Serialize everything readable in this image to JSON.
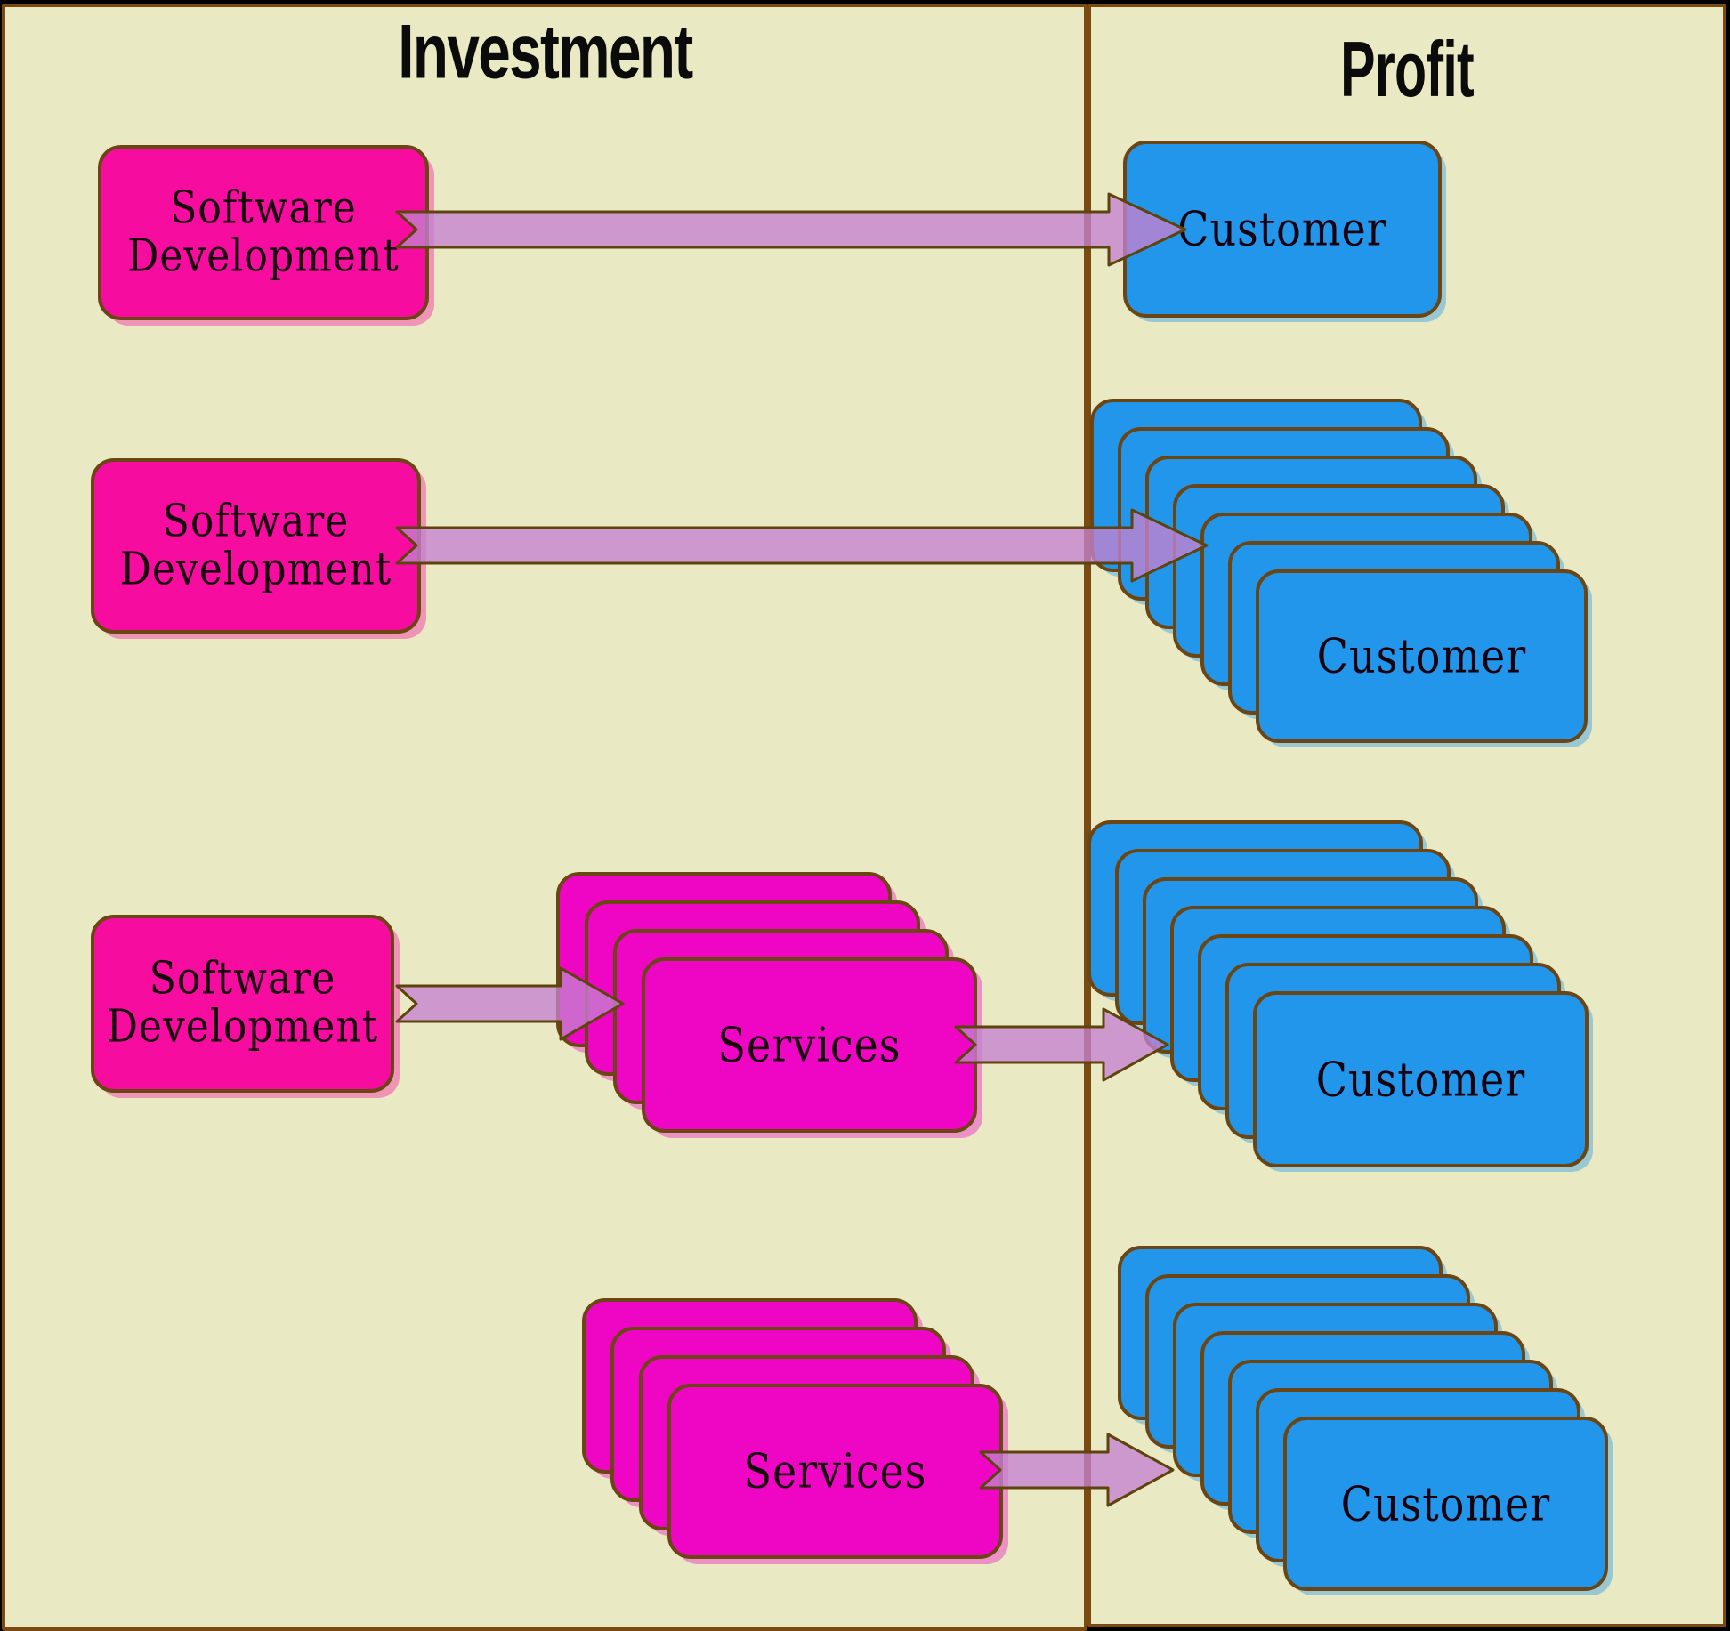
{
  "titles": {
    "investment": "Investment",
    "profit": "Profit"
  },
  "labels": {
    "software_line1": "Software",
    "software_line2": "Development",
    "services": "Services",
    "customer": "Customer"
  },
  "colors": {
    "page_bg": "#000000",
    "panel_bg": "#e9e9c3",
    "panel_border": "#7a4a10",
    "box_border": "#6b4513",
    "pink": "#f60c9e",
    "magenta": "#ef06c4",
    "blue": "#2196ea",
    "arrow_fill": "#c582d0",
    "arrow_stroke": "#5d430c",
    "label": "#19030e",
    "title": "#0b0b0b"
  },
  "diagram": {
    "left_column": "Investment",
    "right_column": "Profit",
    "customer_stack_count": 7,
    "services_stack_count": 4,
    "rows": [
      "Software Development -> Customer",
      "Software Development -> Customer (many)",
      "Software Development -> Services (many) -> Customer (many)",
      "Services (many) -> Customer (many)"
    ]
  }
}
